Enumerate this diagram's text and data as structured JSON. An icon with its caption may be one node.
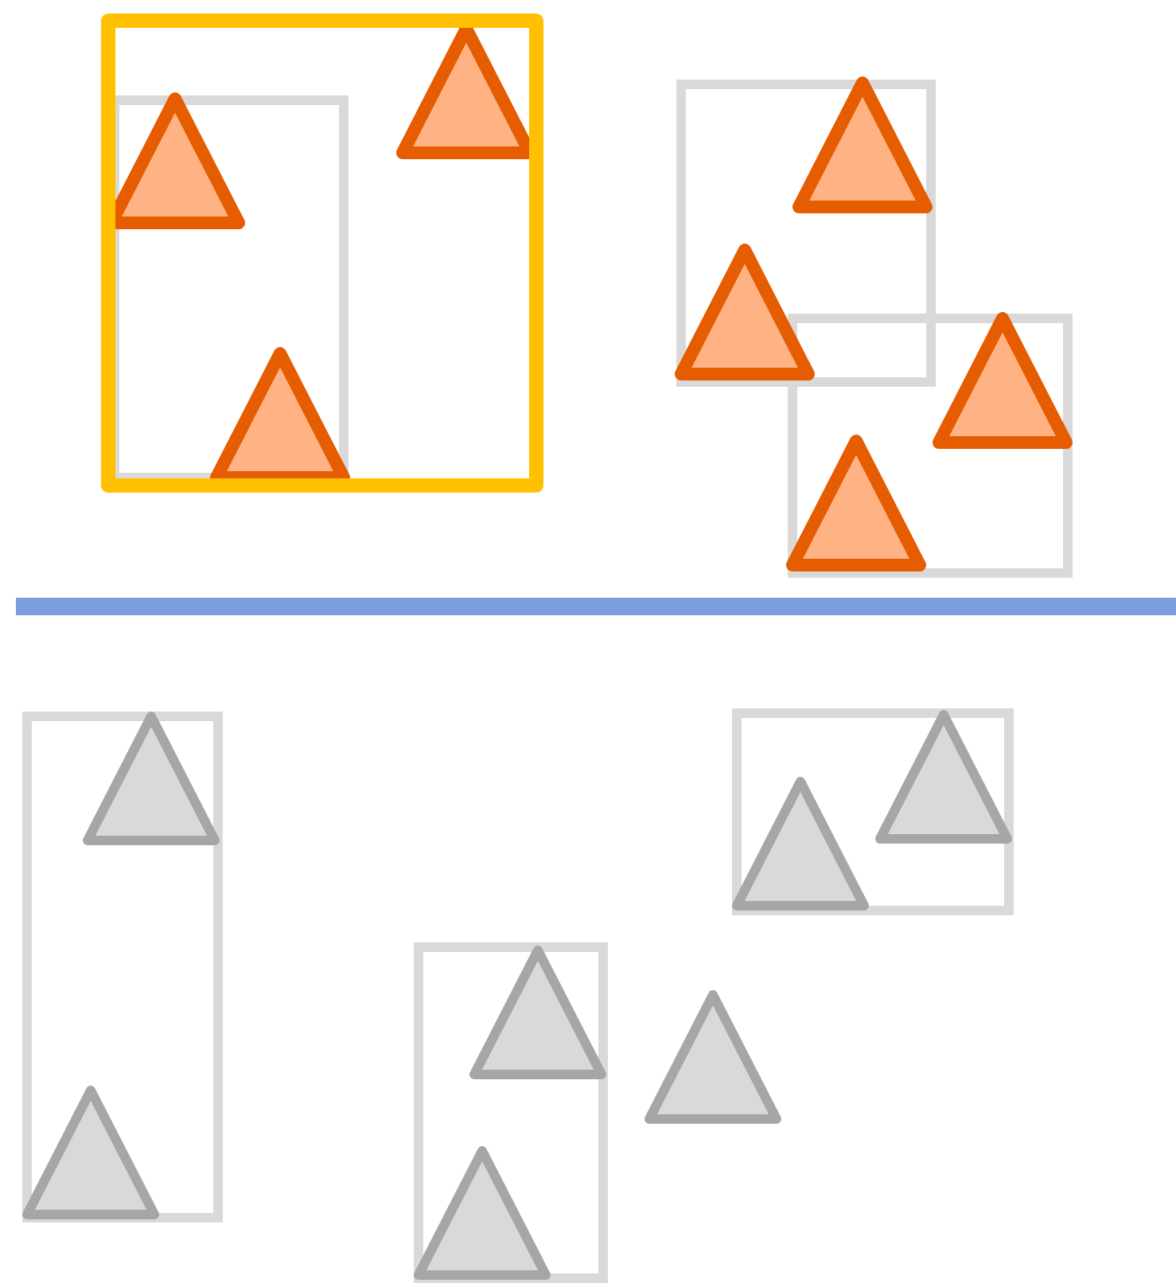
{
  "diagram": {
    "nodes": [
      {
        "text": [],
        "shape": "box"
      },
      {
        "text": [],
        "shape": "box",
        "in": 0
      },
      {
        "text": [],
        "shape": "triangle",
        "in": 1
      },
      {
        "text": [],
        "shape": "triangle",
        "in": 0
      },
      {
        "text": [],
        "shape": "triangle",
        "in": 1
      },
      {
        "text": [],
        "shape": "box"
      },
      {
        "text": [],
        "shape": "box"
      },
      {
        "text": [],
        "shape": "triangle",
        "in": 5
      },
      {
        "text": [],
        "shape": "triangle",
        "in": 5
      },
      {
        "text": [],
        "shape": "triangle",
        "in": 6
      },
      {
        "text": [],
        "shape": "triangle",
        "in": 6
      },
      {
        "text": [],
        "shape": "box"
      },
      {
        "text": [],
        "shape": "triangle",
        "in": 11
      },
      {
        "text": [],
        "shape": "triangle",
        "in": 11
      },
      {
        "text": [],
        "shape": "box"
      },
      {
        "text": [],
        "shape": "triangle",
        "in": 14
      },
      {
        "text": [],
        "shape": "triangle",
        "in": 14
      },
      {
        "text": [],
        "shape": "triangle"
      },
      {
        "text": [],
        "shape": "box"
      },
      {
        "text": [],
        "shape": "triangle",
        "in": 18
      },
      {
        "text": [],
        "shape": "triangle",
        "in": 18
      }
    ]
  }
}
